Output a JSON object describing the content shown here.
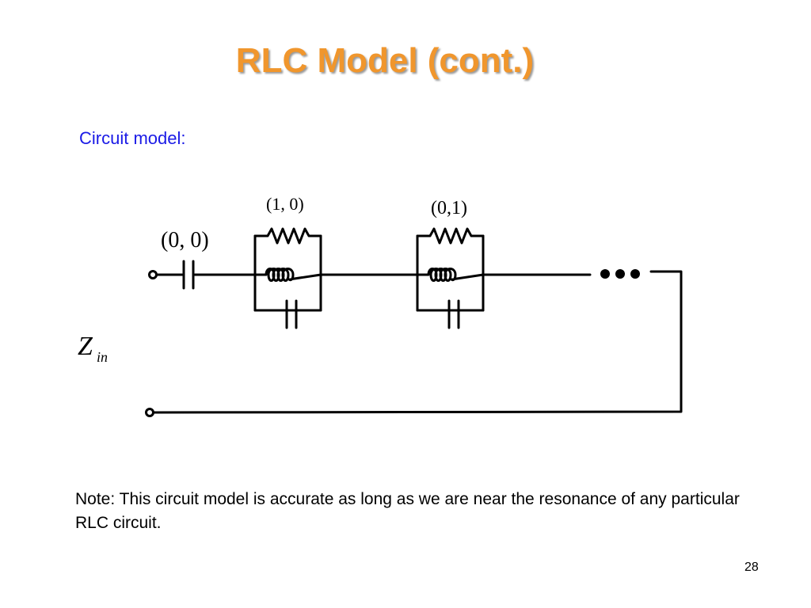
{
  "slide": {
    "title": "RLC Model (cont.)",
    "subtitle": "Circuit model:",
    "note": "Note: This circuit model is accurate as long as we are near the resonance of any particular RLC circuit.",
    "page_number": "28"
  },
  "circuit": {
    "capacitor_label": "(0, 0)",
    "block1_label": "(1, 0)",
    "block2_label": "(0,1)",
    "z_symbol": "Z",
    "z_subscript": "in",
    "colors": {
      "wire": "#000000",
      "title": "#f0962d",
      "subtitle": "#1a1ae6"
    }
  }
}
